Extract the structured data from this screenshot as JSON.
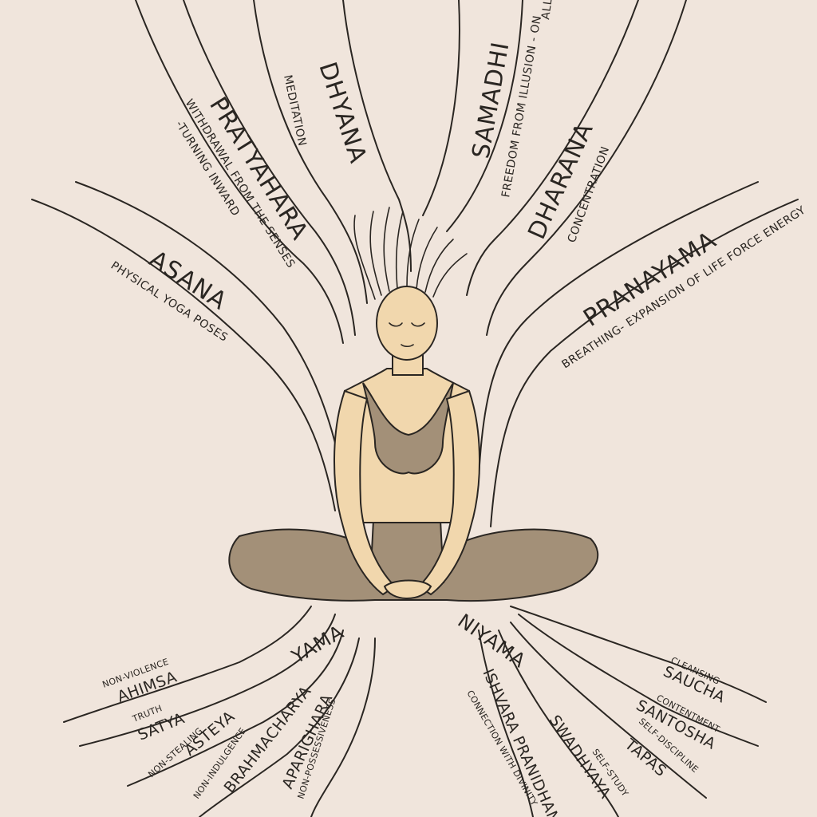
{
  "colors": {
    "background": "#f0e5dc",
    "line": "#2a2622",
    "skin": "#f1d7ad",
    "clothing": "#a39078"
  },
  "branches": {
    "asana": {
      "name": "ASANA",
      "desc": "PHYSICAL YOGA POSES"
    },
    "pratyahara": {
      "name": "PRATYAHARA",
      "desc1": "WITHDRAWAL FROM THE SENSES",
      "desc2": "-TURNING INWARD"
    },
    "dhyana": {
      "name": "DHYANA",
      "desc": "MEDITATION"
    },
    "samadhi": {
      "name": "SAMADHI",
      "desc1": "FREEDOM FROM ILLUSION - ON",
      "desc2": "ALL LI"
    },
    "dharana": {
      "name": "DHARANA",
      "desc": "CONCENTRATION"
    },
    "pranayama": {
      "name": "PRANAYAMA",
      "desc": "BREATHING- EXPANSION OF LIFE FORCE ENERGY"
    }
  },
  "roots": {
    "yama": {
      "name": "YAMA",
      "items": [
        {
          "name": "AHIMSA",
          "desc": "NON-VIOLENCE"
        },
        {
          "name": "SATYA",
          "desc": "TRUTH"
        },
        {
          "name": "ASTEYA",
          "desc": "NON-STEALING"
        },
        {
          "name": "BRAHMACHARYA",
          "desc": "NON-INDULGENCE"
        },
        {
          "name": "APARIGHARA",
          "desc": "NON-POSSESSIVENESS"
        }
      ]
    },
    "niyama": {
      "name": "NIYAMA",
      "items": [
        {
          "name": "ISHVARA PRANIDHANA",
          "desc": "CONNECTION WITH DIVINITY"
        },
        {
          "name": "SWADHYAYA",
          "desc": "SELF-STUDY"
        },
        {
          "name": "TAPAS",
          "desc": "SELF-DISCIPLINE"
        },
        {
          "name": "SANTOSHA",
          "desc": "CONTENTMENT"
        },
        {
          "name": "SAUCHA",
          "desc": "CLEANSING"
        }
      ]
    }
  }
}
